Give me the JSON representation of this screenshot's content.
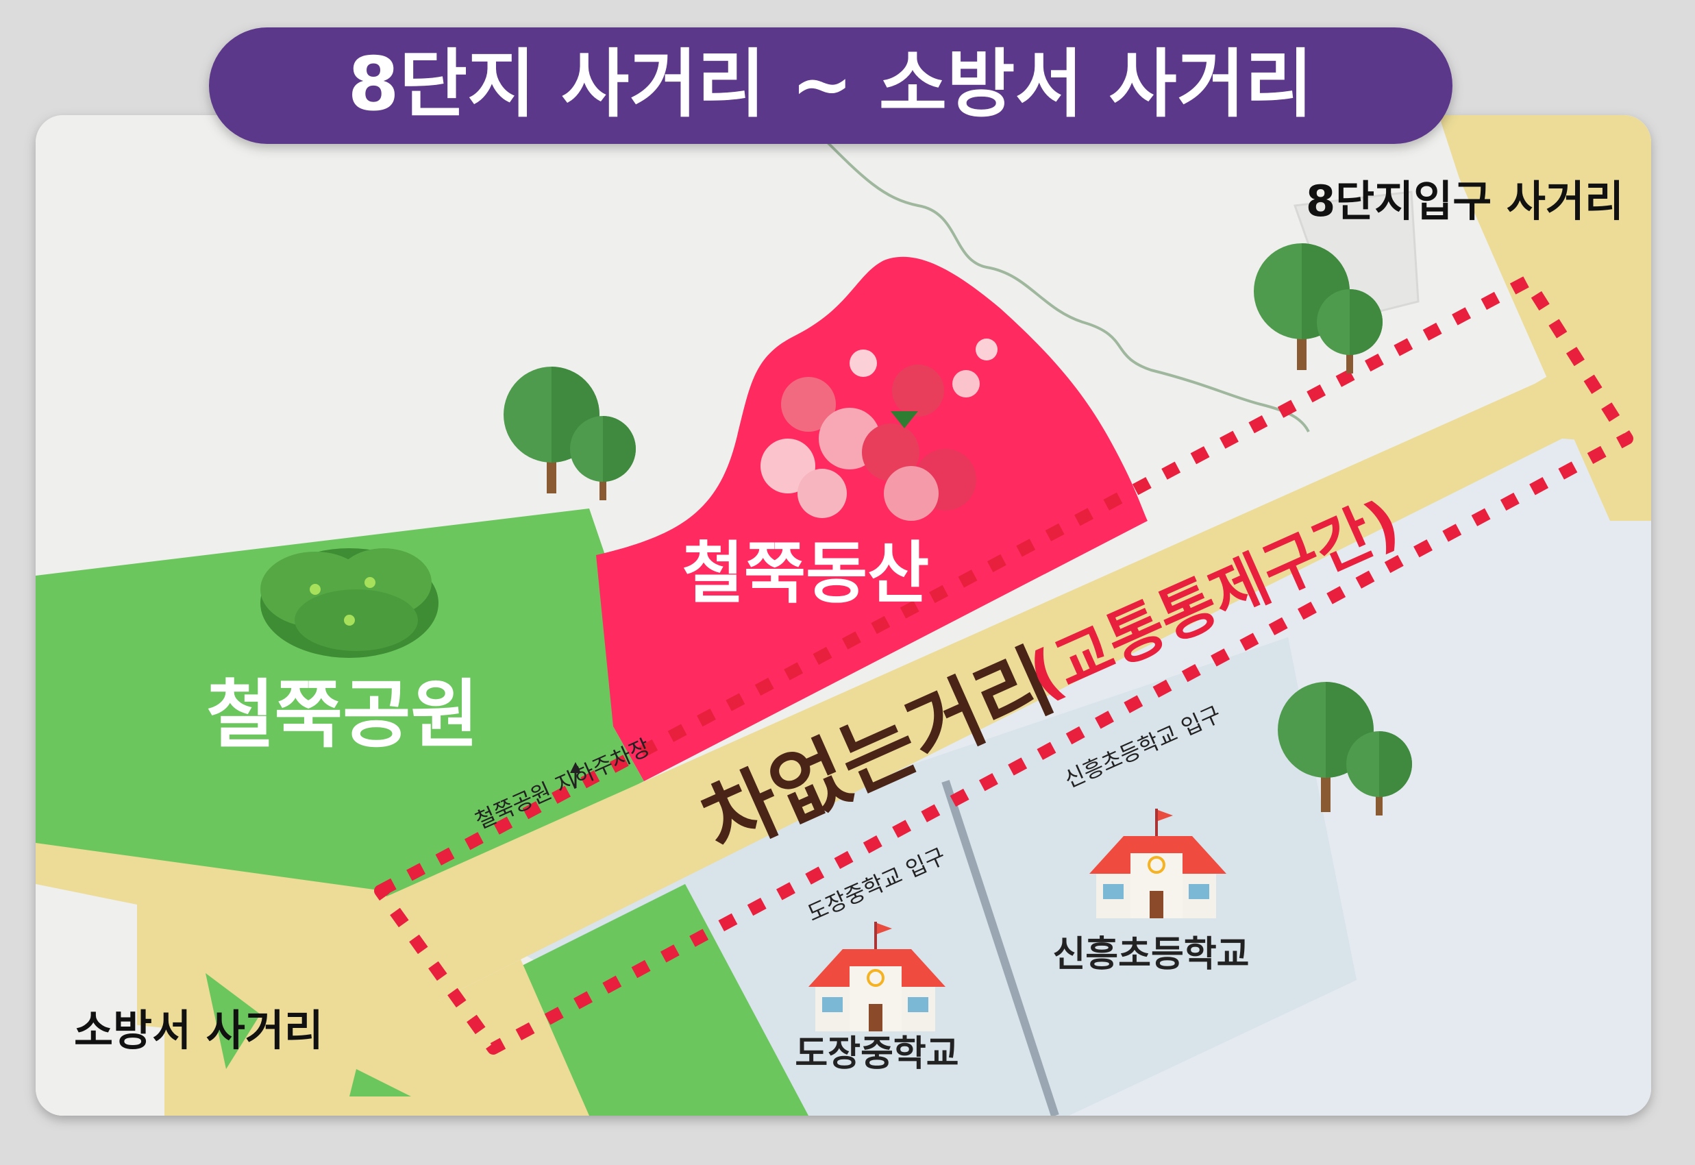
{
  "title": "8단지 사거리 ~ 소방서 사거리",
  "labels": {
    "intersection_8danji": "8단지입구 사거리",
    "intersection_fire_station": "소방서 사거리",
    "azalea_hill": "철쭉동산",
    "azalea_park": "철쭉공원",
    "parking": "철쭉공원 지하주차장",
    "car_free_street": "차없는거리",
    "traffic_control": "(교통통제구간)",
    "shinheung_entrance": "신흥초등학교 입구",
    "shinheung_school": "신흥초등학교",
    "dojang_entrance": "도장중학교 입구",
    "dojang_school": "도장중학교"
  },
  "colors": {
    "title_bar": "#5b378a",
    "azalea_hill": "#ff2a5f",
    "park": "#6cc65e",
    "road": "#ecdc98",
    "school_zone": "#d9e4ea",
    "control_dots": "#e8203e",
    "street_text": "#4a2417",
    "control_text": "#e8203e"
  },
  "icons": [
    "tree-icon",
    "shrub-icon",
    "azalea-flowers-icon",
    "school-building-icon",
    "arrow-up-icon"
  ]
}
